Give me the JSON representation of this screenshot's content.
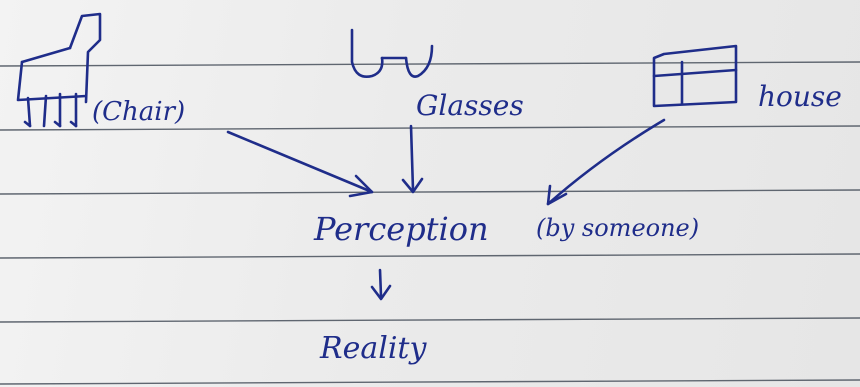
{
  "nodes": {
    "chair": "(Chair)",
    "glasses": "Glasses",
    "house": "house",
    "perception": "Perception",
    "qualifier": "(by someone)",
    "reality": "Reality"
  },
  "icons": {
    "chair": "chair-sketch",
    "glasses": "glasses-sketch",
    "house": "house-sketch"
  },
  "colors": {
    "ink": "#1f2d8a",
    "paper": "#eeeeee",
    "rule": "#5f6670"
  }
}
